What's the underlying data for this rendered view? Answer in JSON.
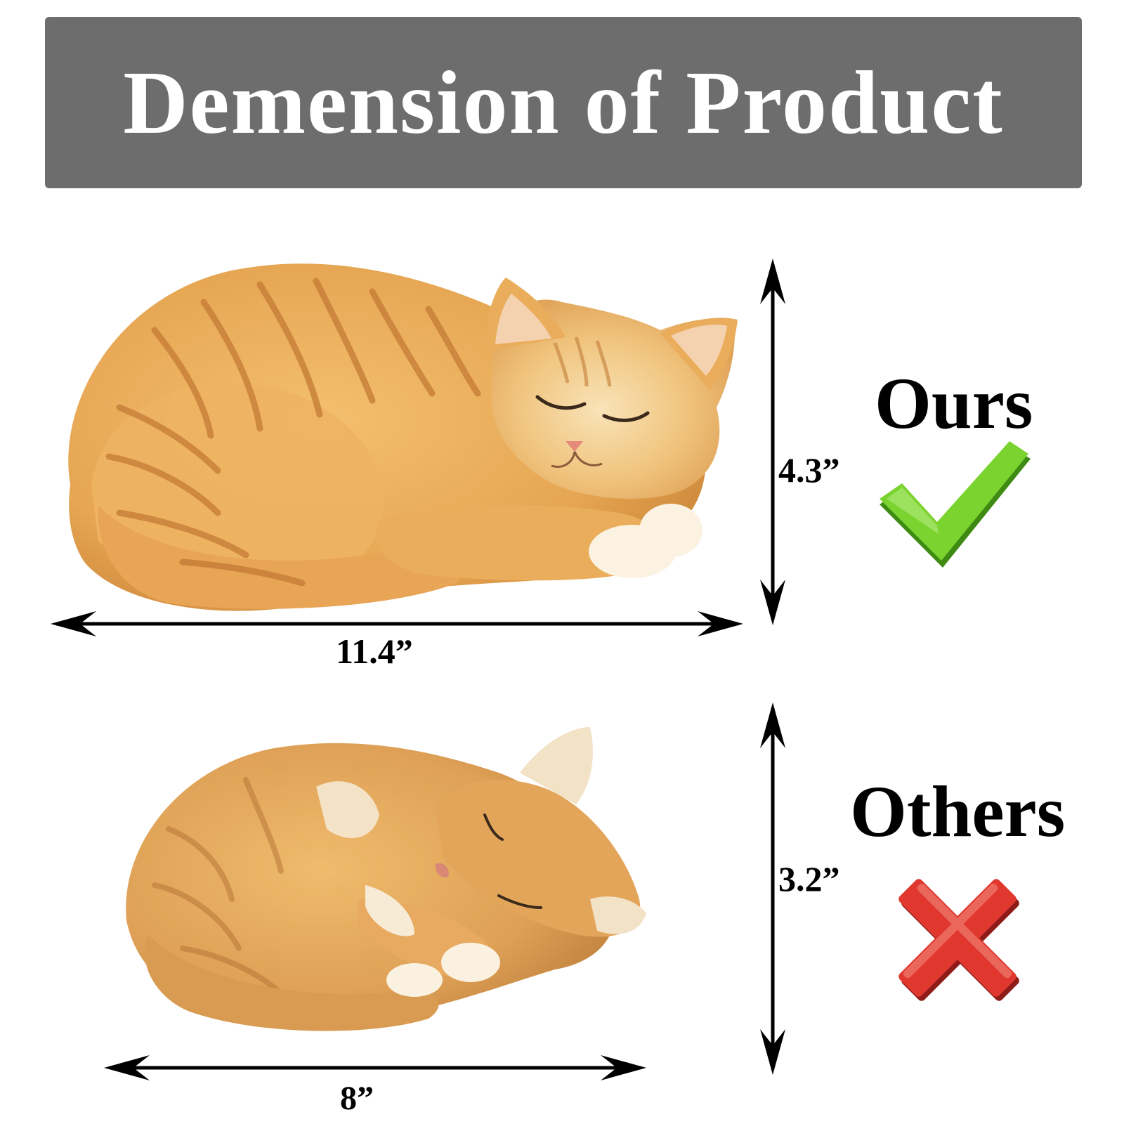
{
  "title": "Demension of Product",
  "comparison": {
    "ours": {
      "label": "Ours",
      "width": "11.4”",
      "height": "4.3”",
      "mark_icon": "check-mark-icon",
      "mark_color": "#6cc62a"
    },
    "others": {
      "label": "Others",
      "width": "8”",
      "height": "3.2”",
      "mark_icon": "x-mark-icon",
      "mark_color": "#d9312b"
    }
  },
  "colors": {
    "banner": "#6d6d6d",
    "banner_text": "#ffffff",
    "cat_fur": "#e8ab5a",
    "cat_stripe": "#c9803a",
    "cat_cream": "#f7e6c6"
  }
}
